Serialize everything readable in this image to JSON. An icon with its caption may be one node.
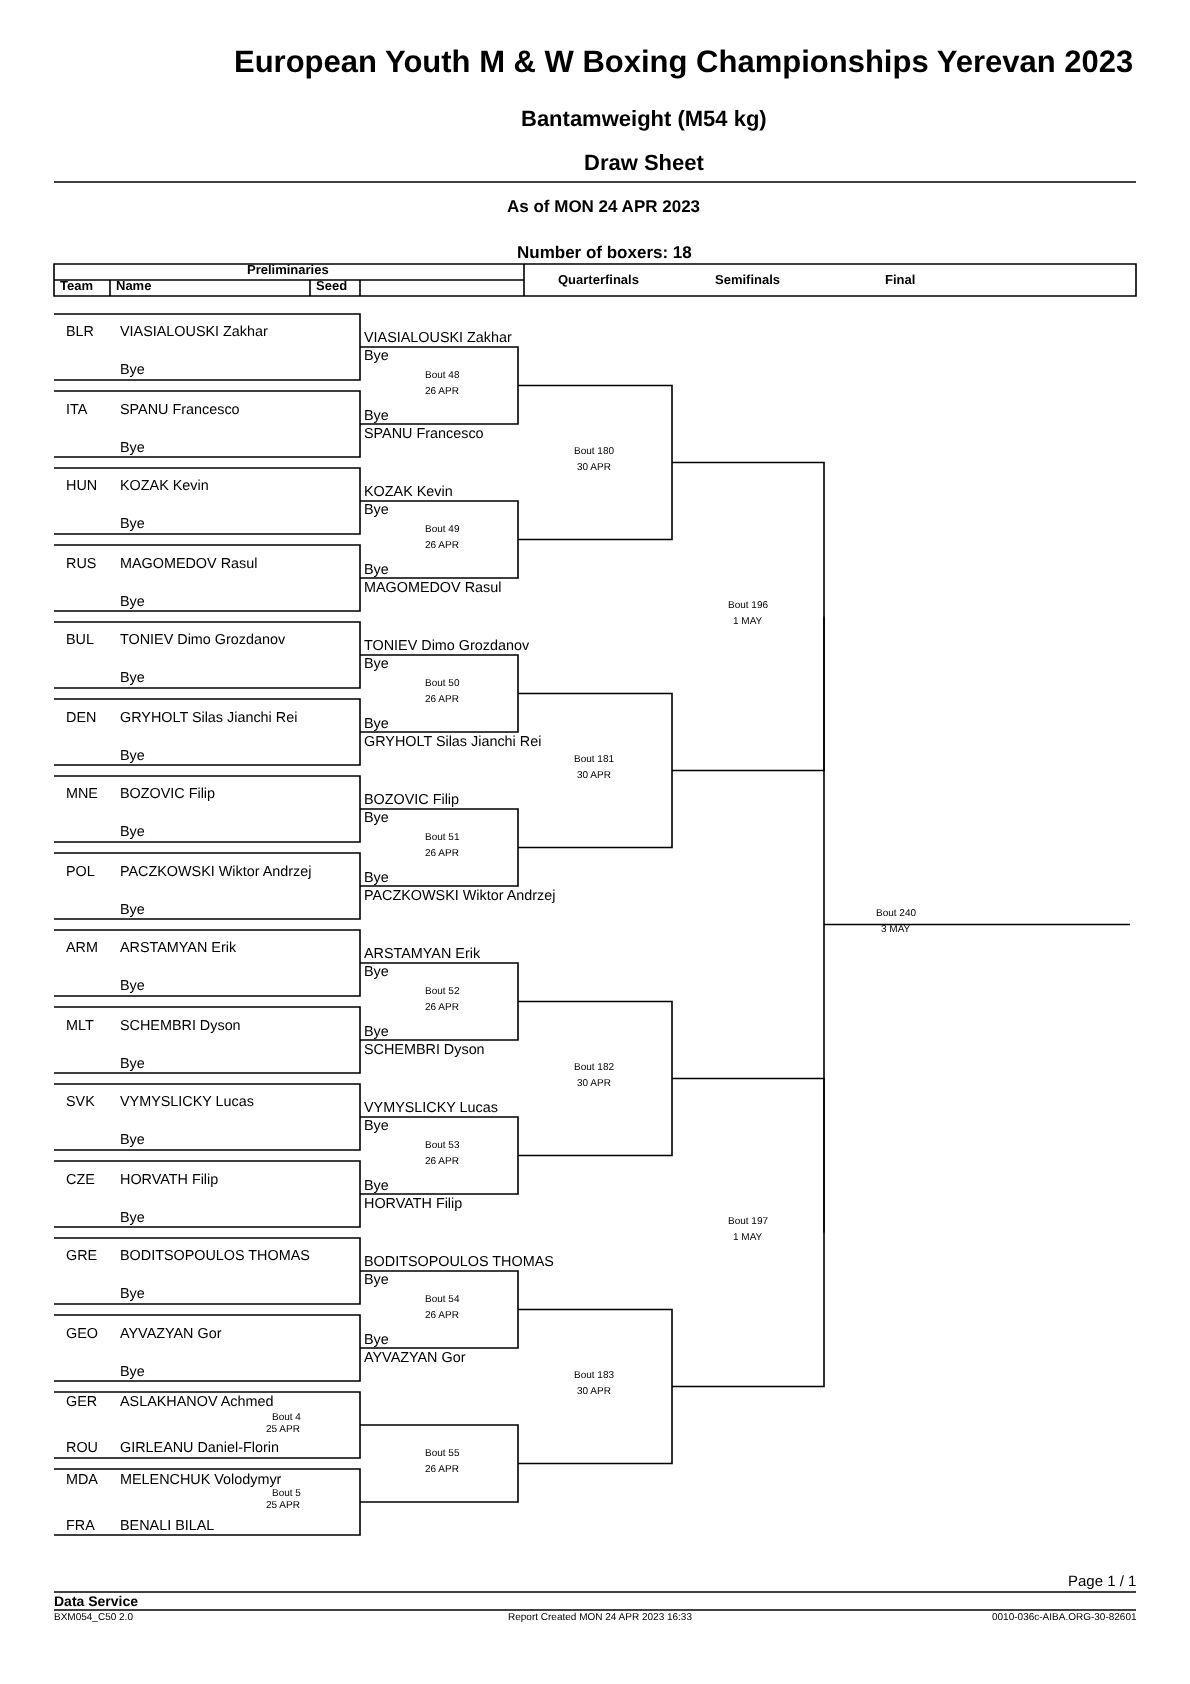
{
  "diagram": {
    "title": "European Youth M & W Boxing Championships Yerevan 2023",
    "labels": [
      "Bantamweight (M54 kg)",
      "Draw Sheet",
      "As of MON 24 APR 2023",
      "Number of boxers: 18",
      "Preliminaries",
      "Team",
      "Name",
      "Seed",
      "Quarterfinals",
      "Semifinals",
      "Final",
      "BLR",
      "VIASIALOUSKI Zakhar",
      "Bye",
      "VIASIALOUSKI Zakhar",
      "Bye",
      "Bout 48",
      "26 APR",
      "Bye",
      "SPANU Francesco",
      "ITA",
      "SPANU Francesco",
      "Bye",
      "HUN",
      "KOZAK Kevin",
      "Bye",
      "KOZAK Kevin",
      "Bye",
      "Bout 49",
      "26 APR",
      "Bye",
      "MAGOMEDOV Rasul",
      "RUS",
      "MAGOMEDOV Rasul",
      "Bye",
      "BUL",
      "TONIEV Dimo Grozdanov",
      "Bye",
      "TONIEV Dimo Grozdanov",
      "Bye",
      "Bout 50",
      "26 APR",
      "Bye",
      "GRYHOLT Silas Jianchi Rei",
      "DEN",
      "GRYHOLT Silas Jianchi Rei",
      "Bye",
      "MNE",
      "BOZOVIC Filip",
      "Bye",
      "BOZOVIC Filip",
      "Bye",
      "Bout 51",
      "26 APR",
      "Bye",
      "PACZKOWSKI Wiktor Andrzej",
      "POL",
      "PACZKOWSKI Wiktor Andrzej",
      "Bye",
      "ARM",
      "ARSTAMYAN Erik",
      "Bye",
      "ARSTAMYAN Erik",
      "Bye",
      "Bout 52",
      "26 APR",
      "Bye",
      "SCHEMBRI Dyson",
      "MLT",
      "SCHEMBRI Dyson",
      "Bye",
      "SVK",
      "VYMYSLICKY Lucas",
      "Bye",
      "VYMYSLICKY Lucas",
      "Bye",
      "Bout 53",
      "26 APR",
      "Bye",
      "HORVATH Filip",
      "CZE",
      "HORVATH Filip",
      "Bye",
      "GRE",
      "BODITSOPOULOS THOMAS",
      "Bye",
      "BODITSOPOULOS THOMAS",
      "Bye",
      "Bout 54",
      "26 APR",
      "Bye",
      "AYVAZYAN Gor",
      "GEO",
      "AYVAZYAN Gor",
      "Bye",
      "GER",
      "ASLAKHANOV Achmed",
      "Bout 4",
      "25 APR",
      "ROU",
      "GIRLEANU Daniel-Florin",
      "MDA",
      "MELENCHUK Volodymyr",
      "Bout 5",
      "25 APR",
      "FRA",
      "BENALI BILAL",
      "Bout 55",
      "26 APR",
      "Bout 180",
      "30 APR",
      "Bout 181",
      "30 APR",
      "Bout 182",
      "30 APR",
      "Bout 183",
      "30 APR",
      "Bout 196",
      "1 MAY",
      "Bout 197",
      "1 MAY",
      "Bout 240",
      "3 MAY",
      "Page 1 / 1",
      "Data Service",
      "BXM054_C50 2.0",
      "Report Created  MON 24 APR 2023 16:33",
      "0010-036c-AIBA.ORG-30-82601"
    ]
  }
}
